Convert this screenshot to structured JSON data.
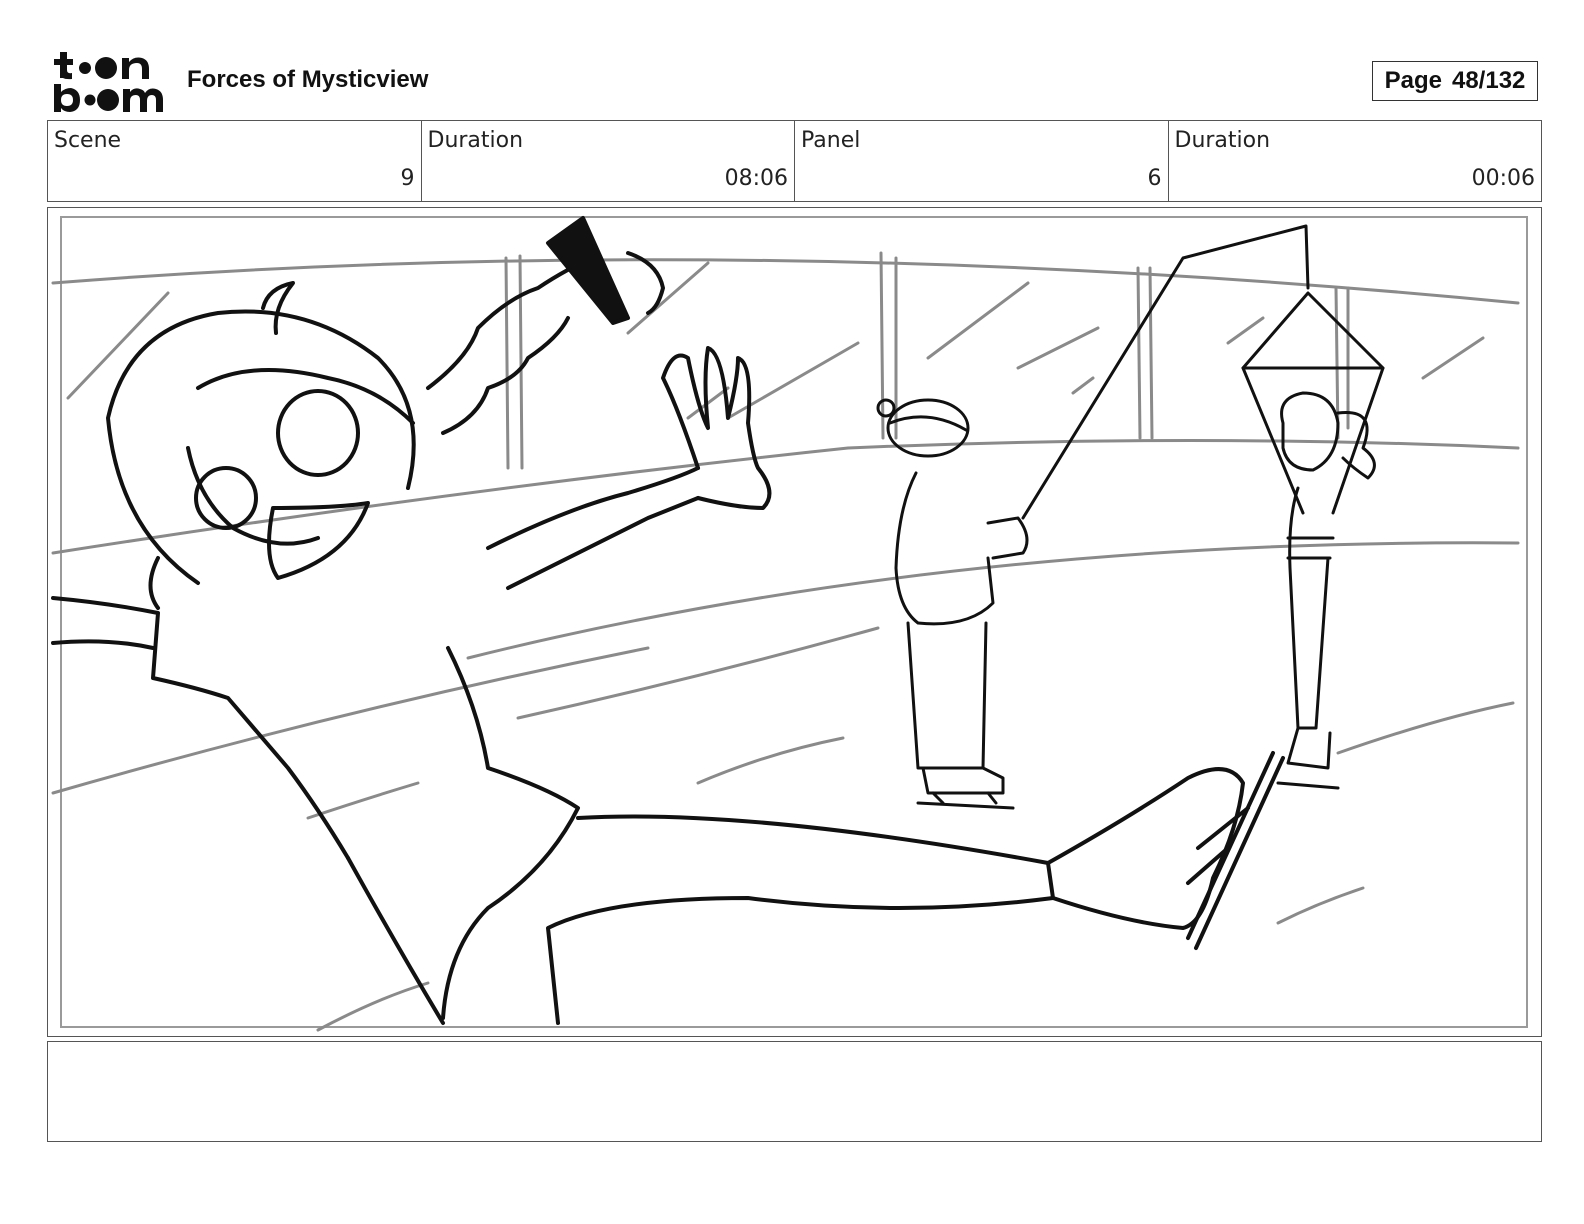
{
  "header": {
    "logo_text": "toon boom",
    "project_title": "Forces of Mysticview",
    "page_label": "Page",
    "page_number": "48/132"
  },
  "info": {
    "scene_label": "Scene",
    "scene_value": "9",
    "scene_duration_label": "Duration",
    "scene_duration_value": "08:06",
    "panel_label": "Panel",
    "panel_value": "6",
    "panel_duration_label": "Duration",
    "panel_duration_value": "00:06"
  },
  "colors": {
    "border": "#555555",
    "ink": "#111111",
    "sketch_gray": "#8a8a8a"
  },
  "notes": {
    "dialogue": ""
  }
}
